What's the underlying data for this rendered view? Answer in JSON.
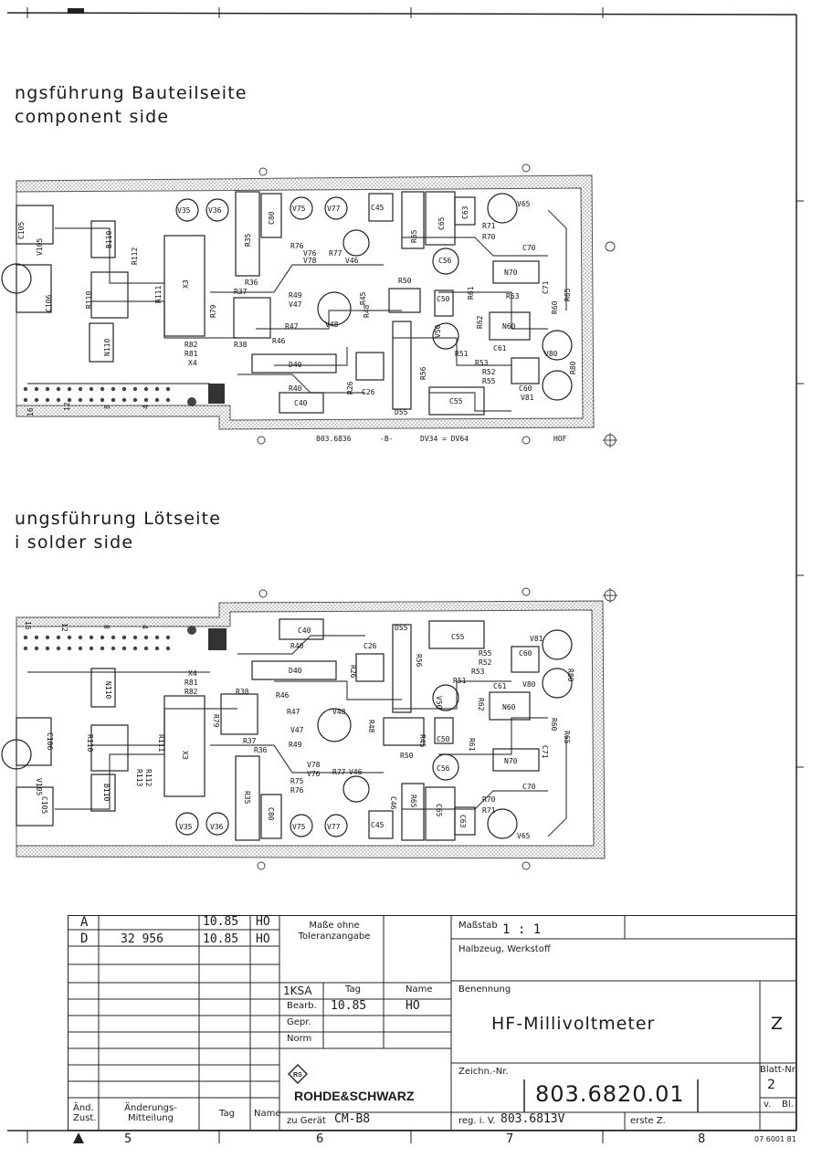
{
  "section1": {
    "title_de": "ngsführung Bauteilseite",
    "title_en": "component side"
  },
  "section2": {
    "title_de": "ungsführung Lötseite",
    "title_en": "i solder side"
  },
  "board1": {
    "labels": {
      "C105": "C105",
      "V105": "V105",
      "C106": "C106",
      "R110": "R110",
      "B110": "B110",
      "N110": "N110",
      "R112": "R112",
      "R111": "R111",
      "X3": "X3",
      "R35": "R35",
      "C80": "C80",
      "V35": "V35",
      "V36": "V36",
      "V75": "V75",
      "V77": "V77",
      "C45": "C45",
      "R65": "R65",
      "C65": "C65",
      "C63": "C63",
      "V65": "V65",
      "R71": "R71",
      "R70": "R70",
      "C70": "C70",
      "N70": "N70",
      "C71": "C71",
      "R65b": "R65",
      "R60": "R60",
      "R76": "R76",
      "V76": "V76",
      "V78": "V78",
      "R77": "R77",
      "V46": "V46",
      "C56": "C56",
      "R36": "R36",
      "R37": "R37",
      "R79": "R79",
      "R49": "R49",
      "V47": "V47",
      "V48": "V48",
      "R48": "R48",
      "R45": "R45",
      "R50": "R50",
      "C50": "C50",
      "R61": "R61",
      "R63": "R63",
      "N60": "N60",
      "C61": "C61",
      "R62": "R62",
      "V50": "V50",
      "R47": "R47",
      "R46": "R46",
      "R38": "R38",
      "R82": "R82",
      "R81": "R81",
      "X4": "X4",
      "D40": "D40",
      "R51": "R51",
      "R53": "R53",
      "R52": "R52",
      "R55": "R55",
      "V80": "V80",
      "R80": "R80",
      "C60": "C60",
      "V81": "V81",
      "R56": "R56",
      "R40": "R40",
      "C40": "C40",
      "R26": "R26",
      "C26": "C26",
      "C55": "C55",
      "D55": "D55",
      "pin16": "16",
      "pin12": "12",
      "pin8": "8",
      "pin4": "4",
      "footer_no": "803.6836",
      "footer_b": "-B-",
      "footer_dv": "DV34 = DV64",
      "footer_hof": "HOF"
    }
  },
  "board2": {
    "labels": {
      "C40": "C40",
      "R40": "R40",
      "R26": "R26",
      "C26": "C26",
      "D40": "D40",
      "R82": "R82",
      "R81": "R81",
      "X4": "X4",
      "R38": "R38",
      "R46": "R46",
      "R47": "R47",
      "V48": "V48",
      "R45": "R45",
      "N110": "N110",
      "R110": "R110",
      "C106": "C106",
      "V105": "V105",
      "C105": "C105",
      "B110": "B110",
      "R111": "R111",
      "R112": "R112",
      "R113": "R113",
      "X3": "X3",
      "R79": "R79",
      "R37": "R37",
      "R36": "R36",
      "R49": "R49",
      "V47": "V47",
      "R48": "R48",
      "R35": "R35",
      "C80": "C80",
      "V35": "V35",
      "V36": "V36",
      "V75": "V75",
      "V77": "V77",
      "R75": "R75",
      "R76": "R76",
      "V76": "V76",
      "V78": "V78",
      "R77": "R77",
      "V46": "V46",
      "C45": "C45",
      "C46": "C46",
      "R65": "R65",
      "C65": "C65",
      "C63": "C63",
      "V65": "V65",
      "R71": "R71",
      "R70": "R70",
      "C70": "C70",
      "N70": "N70",
      "C71": "C71",
      "R60": "R60",
      "R65b": "R65",
      "C56": "C56",
      "R50": "R50",
      "C50": "C50",
      "R61": "R61",
      "V50": "V50",
      "R62": "R62",
      "N60": "N60",
      "C61": "C61",
      "R51": "R51",
      "R53": "R53",
      "R52": "R52",
      "R55": "R55",
      "R56": "R56",
      "C55": "C55",
      "D55": "D55",
      "V80": "V80",
      "R80": "R80",
      "C60": "C60",
      "V81": "V81",
      "pin16": "16",
      "pin12": "12",
      "pin8": "8",
      "pin4": "4"
    }
  },
  "title_block": {
    "rev_rows": [
      {
        "letter": "A",
        "number": "",
        "date": "10.85",
        "name": "HO"
      },
      {
        "letter": "D",
        "number": "32 956",
        "date": "10.85",
        "name": "HO"
      }
    ],
    "tolerance_label": "Maße ohne Toleranzangabe",
    "scale_label": "Maßstab",
    "scale_value": "1 : 1",
    "material_label": "Halbzeug, Werkstoff",
    "ksa_label": "1KSA",
    "tag_label": "Tag",
    "name_label": "Name",
    "bearb_label": "Bearb.",
    "bearb_date": "10.85",
    "bearb_name": "HO",
    "gepr_label": "Gepr.",
    "norm_label": "Norm",
    "designation_label": "Benennung",
    "designation": "HF-Millivoltmeter",
    "z_label": "Z",
    "drawing_no_label": "Zeichn.-Nr.",
    "drawing_no": "803.6820.01",
    "sheet_label": "Blatt-Nr.",
    "sheet_no": "2",
    "sheet_of_v": "v.",
    "sheet_of_bl": "Bl.",
    "change_label": "Änd. Zust.",
    "change_msg_label": "Änderungs-Mitteilung",
    "tag_label2": "Tag",
    "name_label2": "Name",
    "company": "ROHDE&SCHWARZ",
    "zu_geraet_label": "zu Gerät",
    "zu_geraet": "CM-B8",
    "reg_label": "reg. i. V.",
    "reg_value": "803.6813V",
    "erste_label": "erste Z."
  },
  "zones": [
    "5",
    "6",
    "7",
    "8"
  ],
  "form_no": "07 6001 81"
}
